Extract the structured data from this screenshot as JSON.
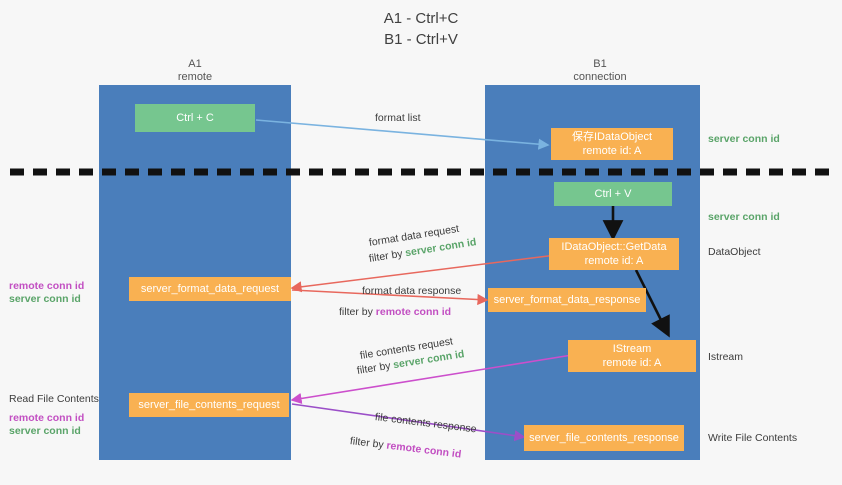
{
  "title": {
    "line1": "A1 - Ctrl+C",
    "line2": "B1 - Ctrl+V"
  },
  "lanes": [
    {
      "name": "A1",
      "sub": "remote"
    },
    {
      "name": "B1",
      "sub": "connection"
    }
  ],
  "colors": {
    "lane": "#4a7ebb",
    "green_box": "#76c68f",
    "orange_box": "#f9b152",
    "green_text": "#5aa469",
    "magenta_text": "#c24fc2",
    "blue_arrow": "#7ab3e0",
    "red_arrow": "#e8685d",
    "magenta_arrow": "#cc4fcc",
    "purple_arrow": "#9b4fc8",
    "black_arrow": "#1a1a1a",
    "background": "#f7f7f7"
  },
  "nodes": {
    "ctrl_c": {
      "label": "Ctrl + C"
    },
    "idataobject_create": {
      "line1": "保存IDataObject",
      "line2": "remote id: A"
    },
    "ctrl_v": {
      "label": "Ctrl + V"
    },
    "getdata": {
      "line1": "IDataObject::GetData",
      "line2": "remote id: A"
    },
    "format_data_request": {
      "label": "server_format_data_request"
    },
    "format_data_response": {
      "label": "server_format_data_response"
    },
    "istream": {
      "line1": "IStream",
      "line2": "remote id: A"
    },
    "file_contents_request": {
      "label": "server_file_contents_request"
    },
    "file_contents_response": {
      "label": "server_file_contents_response"
    }
  },
  "edges": {
    "format_list": {
      "label": "format list"
    },
    "format_data_request": {
      "line1": "format data request",
      "filter_prefix": "filter by ",
      "filter_value": "server conn id"
    },
    "format_data_response": {
      "line1": "format data response",
      "filter_prefix": "filter by ",
      "filter_value": "remote conn id"
    },
    "file_contents_request": {
      "line1": "file contents request",
      "filter_prefix": "filter by ",
      "filter_value": "server conn id"
    },
    "file_contents_response": {
      "line1": "file contents response",
      "filter_prefix": "filter by ",
      "filter_value": "remote conn id"
    }
  },
  "right_labels": {
    "server_conn_id_top": "server conn id",
    "server_conn_id_mid": "server conn id",
    "dataobject": "DataObject",
    "istream": "Istream",
    "write_file_contents": "Write File Contents"
  },
  "left_labels": {
    "format_remote": "remote conn id",
    "format_server": "server conn id",
    "read_file_contents": "Read File Contents",
    "file_remote": "remote conn id",
    "file_server": "server conn id"
  }
}
